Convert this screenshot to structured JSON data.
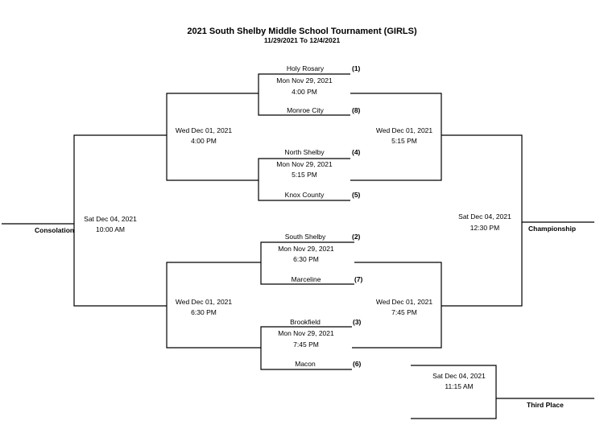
{
  "title": "2021 South Shelby Middle School Tournament (GIRLS)",
  "date_range": "11/29/2021 To 12/4/2021",
  "first_round": [
    {
      "top_team": "Holy Rosary",
      "top_seed": "(1)",
      "date": "Mon Nov 29, 2021",
      "time": "4:00 PM",
      "bottom_team": "Monroe City",
      "bottom_seed": "(8)"
    },
    {
      "top_team": "North Shelby",
      "top_seed": "(4)",
      "date": "Mon Nov 29, 2021",
      "time": "5:15 PM",
      "bottom_team": "Knox County",
      "bottom_seed": "(5)"
    },
    {
      "top_team": "South Shelby",
      "top_seed": "(2)",
      "date": "Mon Nov 29, 2021",
      "time": "6:30 PM",
      "bottom_team": "Marceline",
      "bottom_seed": "(7)"
    },
    {
      "top_team": "Brookfield",
      "top_seed": "(3)",
      "date": "Mon Nov 29, 2021",
      "time": "7:45 PM",
      "bottom_team": "Macon",
      "bottom_seed": "(6)"
    }
  ],
  "consolation_semis": [
    {
      "date": "Wed Dec 01, 2021",
      "time": "4:00 PM"
    },
    {
      "date": "Wed Dec 01, 2021",
      "time": "6:30 PM"
    }
  ],
  "winner_semis": [
    {
      "date": "Wed Dec 01, 2021",
      "time": "5:15 PM"
    },
    {
      "date": "Wed Dec 01, 2021",
      "time": "7:45 PM"
    }
  ],
  "consolation_final": {
    "date": "Sat Dec 04, 2021",
    "time": "10:00 AM",
    "label": "Consolation"
  },
  "championship": {
    "date": "Sat Dec 04, 2021",
    "time": "12:30 PM",
    "label": "Championship"
  },
  "third_place": {
    "date": "Sat Dec 04, 2021",
    "time": "11:15 AM",
    "label": "Third Place"
  }
}
